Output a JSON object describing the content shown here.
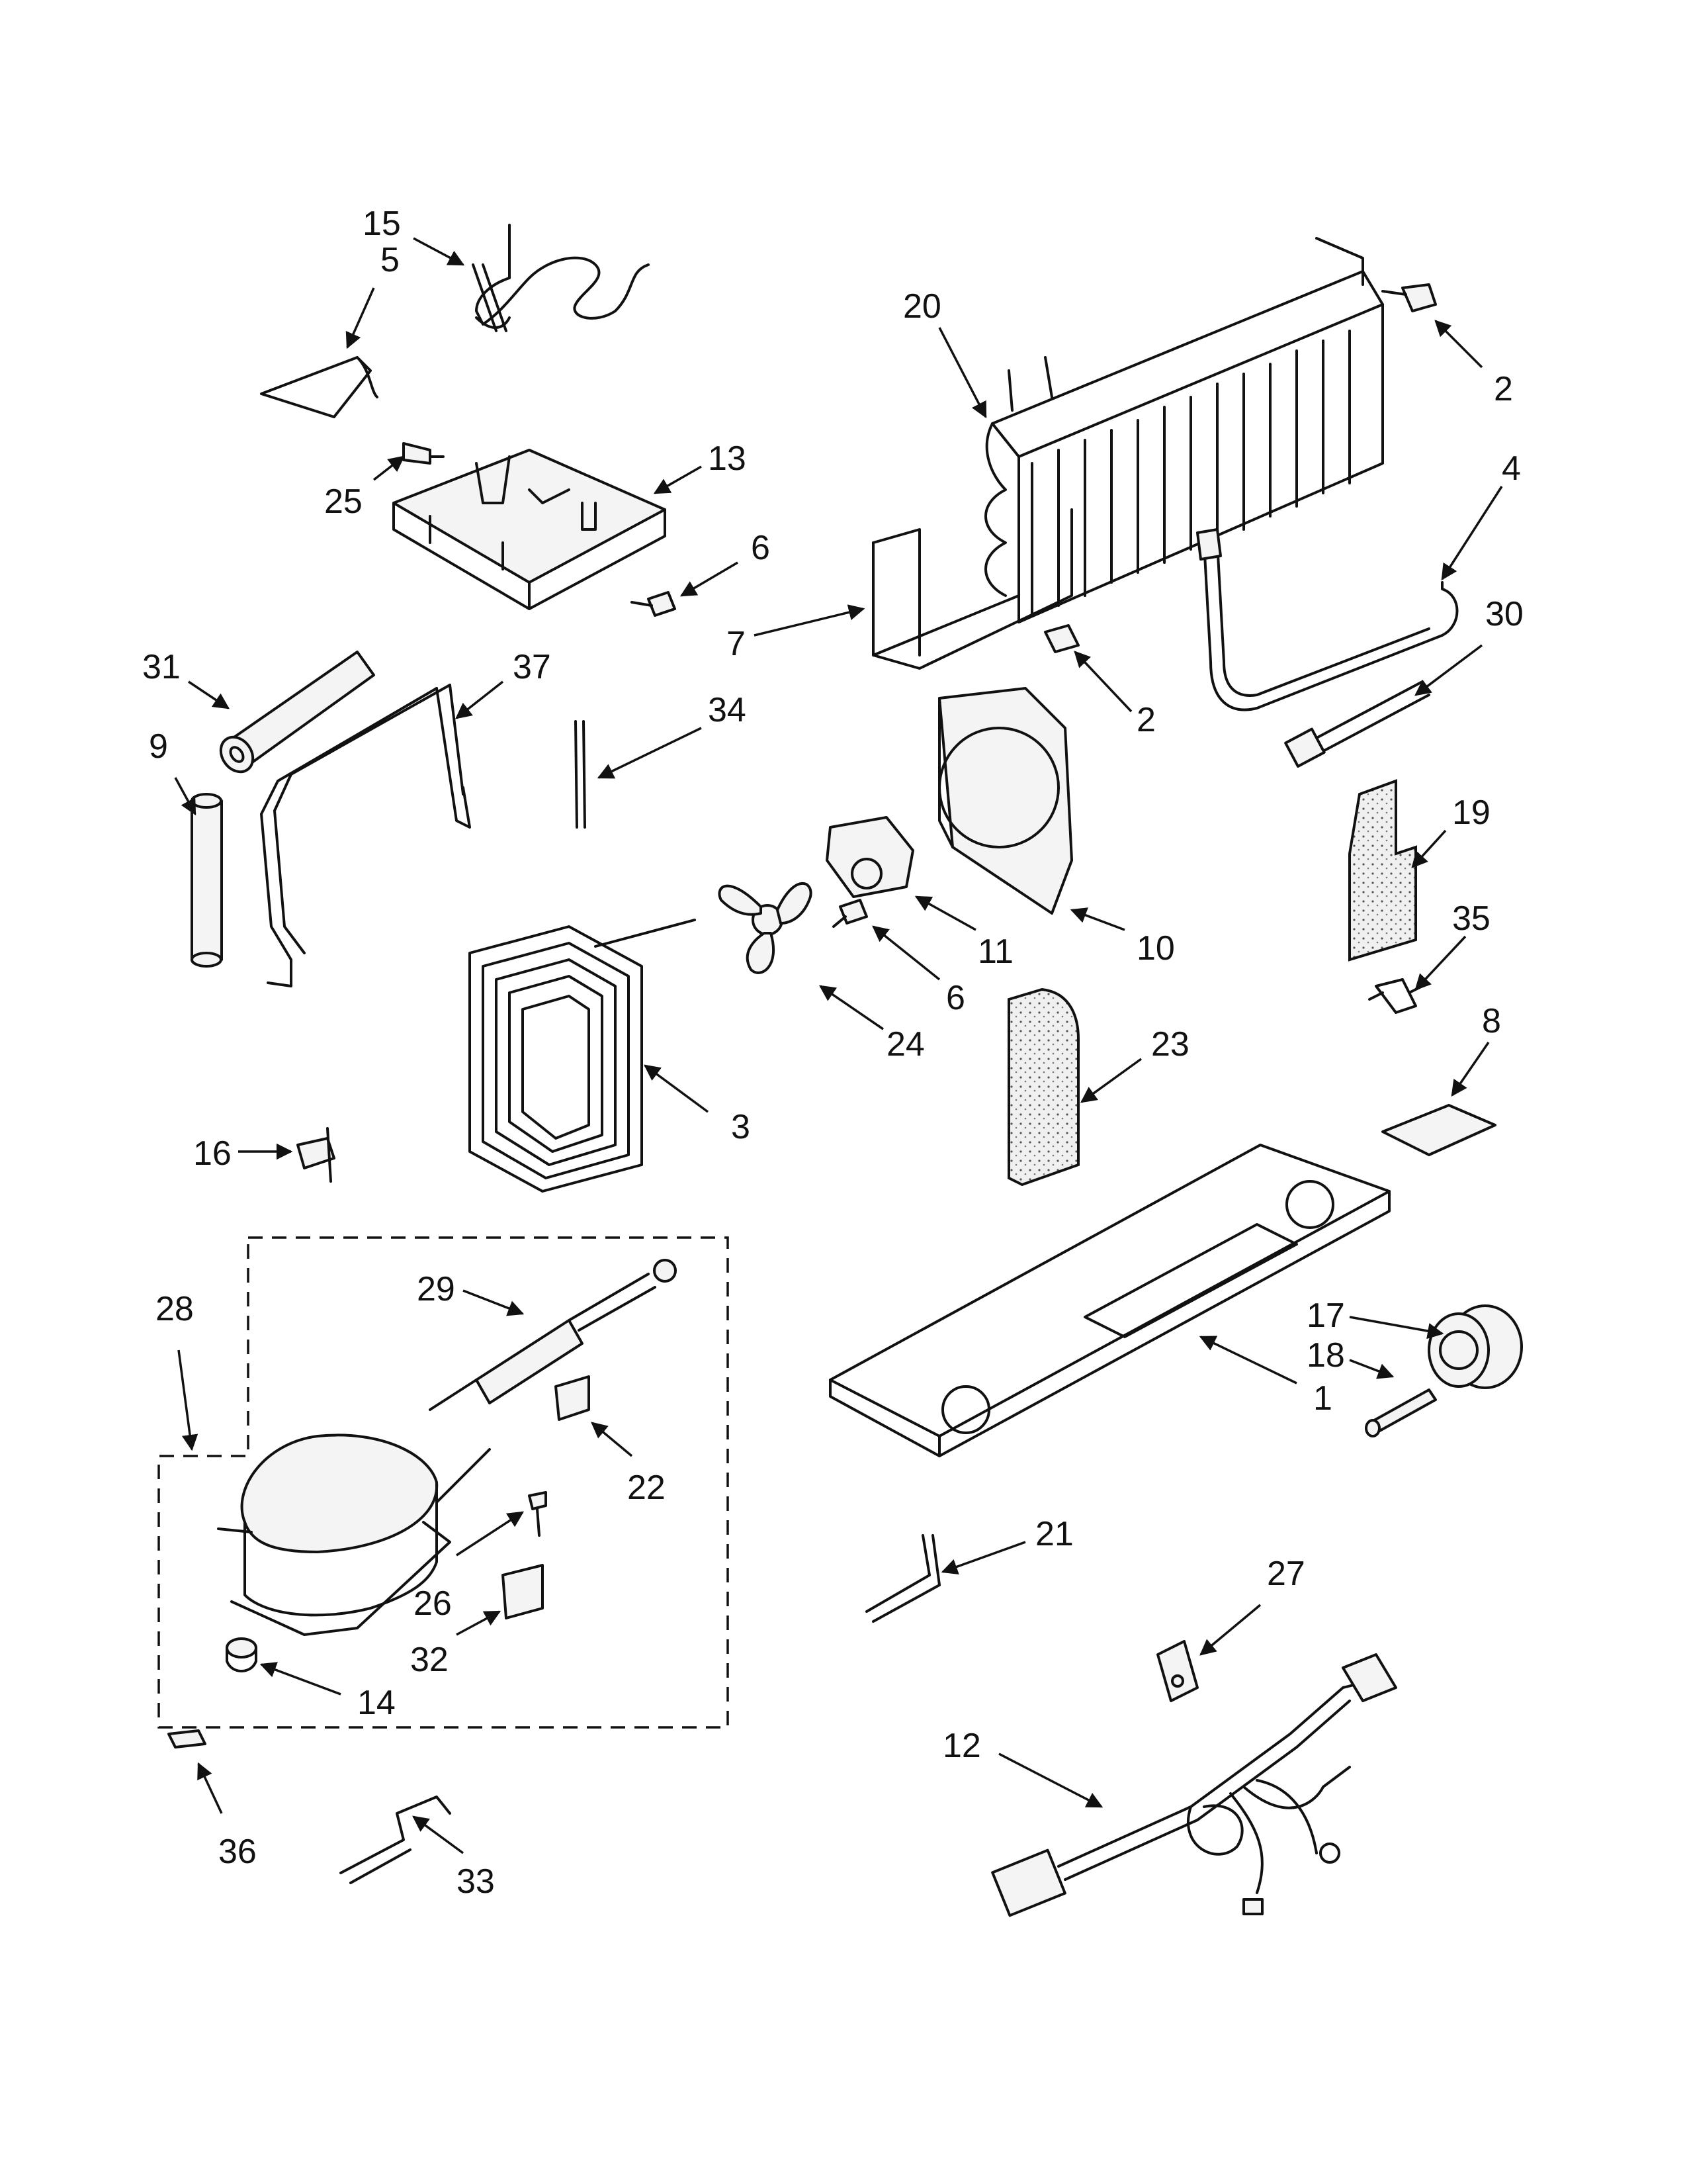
{
  "diagram": {
    "type": "exploded-parts-view",
    "callouts": [
      {
        "id": "c15",
        "label": "15"
      },
      {
        "id": "c5",
        "label": "5"
      },
      {
        "id": "c20",
        "label": "20"
      },
      {
        "id": "c2a",
        "label": "2"
      },
      {
        "id": "c13",
        "label": "13"
      },
      {
        "id": "c25",
        "label": "25"
      },
      {
        "id": "c4",
        "label": "4"
      },
      {
        "id": "c6a",
        "label": "6"
      },
      {
        "id": "c7",
        "label": "7"
      },
      {
        "id": "c30",
        "label": "30"
      },
      {
        "id": "c31",
        "label": "31"
      },
      {
        "id": "c37",
        "label": "37"
      },
      {
        "id": "c2b",
        "label": "2"
      },
      {
        "id": "c34",
        "label": "34"
      },
      {
        "id": "c9",
        "label": "9"
      },
      {
        "id": "c19",
        "label": "19"
      },
      {
        "id": "c11",
        "label": "11"
      },
      {
        "id": "c10",
        "label": "10"
      },
      {
        "id": "c35",
        "label": "35"
      },
      {
        "id": "c6b",
        "label": "6"
      },
      {
        "id": "c24",
        "label": "24"
      },
      {
        "id": "c23",
        "label": "23"
      },
      {
        "id": "c8",
        "label": "8"
      },
      {
        "id": "c3",
        "label": "3"
      },
      {
        "id": "c16",
        "label": "16"
      },
      {
        "id": "c28",
        "label": "28"
      },
      {
        "id": "c29",
        "label": "29"
      },
      {
        "id": "c17",
        "label": "17"
      },
      {
        "id": "c18",
        "label": "18"
      },
      {
        "id": "c1",
        "label": "1"
      },
      {
        "id": "c22",
        "label": "22"
      },
      {
        "id": "c21",
        "label": "21"
      },
      {
        "id": "c26",
        "label": "26"
      },
      {
        "id": "c27",
        "label": "27"
      },
      {
        "id": "c32",
        "label": "32"
      },
      {
        "id": "c14",
        "label": "14"
      },
      {
        "id": "c12",
        "label": "12"
      },
      {
        "id": "c36",
        "label": "36"
      },
      {
        "id": "c33",
        "label": "33"
      }
    ]
  }
}
